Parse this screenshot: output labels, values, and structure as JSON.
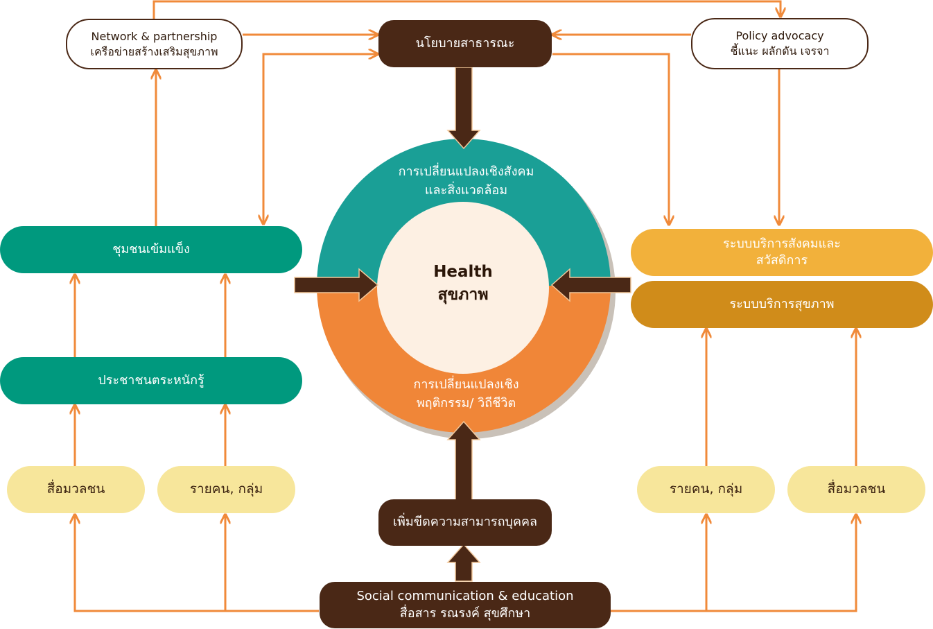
{
  "top": {
    "public_policy": "นโยบายสาธารณะ",
    "network_en": "Network & partnership",
    "network_th": "เครือข่ายสร้างเสริมสุขภาพ",
    "advocacy_en": "Policy advocacy",
    "advocacy_th": "ชี้แนะ ผลักดัน เจรจา"
  },
  "center": {
    "title_en": "Health",
    "title_th": "สุขภาพ",
    "social_change_line1": "การเปลี่ยนแปลงเชิงสังคม",
    "social_change_line2": "และสิ่งแวดล้อม",
    "behavior_change_line1": "การเปลี่ยนแปลงเชิง",
    "behavior_change_line2": "พฤติกรรม/ วิถีชีวิต"
  },
  "left": {
    "strong_community": "ชุมชนเข้มแข็ง",
    "aware_people": "ประชาชนตระหนักรู้",
    "mass_media": "สื่อมวลชน",
    "individual_group": "รายคน, กลุ่ม"
  },
  "right": {
    "social_welfare_line1": "ระบบบริการสังคมและ",
    "social_welfare_line2": "สวัสดิการ",
    "health_service": "ระบบบริการสุขภาพ",
    "individual_group": "รายคน, กลุ่ม",
    "mass_media": "สื่อมวลชน"
  },
  "bottom": {
    "capacity": "เพิ่มขีดความสามารถบุคคล",
    "comm_en": "Social communication & education",
    "comm_th": "สื่อสาร รณรงค์ สุขศึกษา"
  },
  "colors": {
    "arrow_orange": "#f08a3a",
    "dark_brown": "#4a2816",
    "teal": "#00997e",
    "ring_teal": "#1a9f96",
    "ring_orange": "#f08638",
    "pale_yellow": "#f7e69b",
    "gold": "#f2b13b",
    "dark_gold": "#d08c1a",
    "center_fill": "#fdf0e3"
  }
}
